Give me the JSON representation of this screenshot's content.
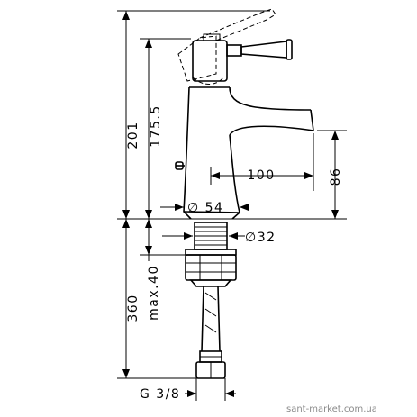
{
  "dimensions": {
    "total_height": "201",
    "spout_height": "175.5",
    "spout_reach": "100",
    "spout_clearance": "86",
    "base_diameter": "∅ 54",
    "hole_diameter": "∅32",
    "below_deck_length": "360",
    "max_thickness": "max.40",
    "connection_thread": "G 3/8"
  },
  "watermark": "sant-market.com.ua"
}
